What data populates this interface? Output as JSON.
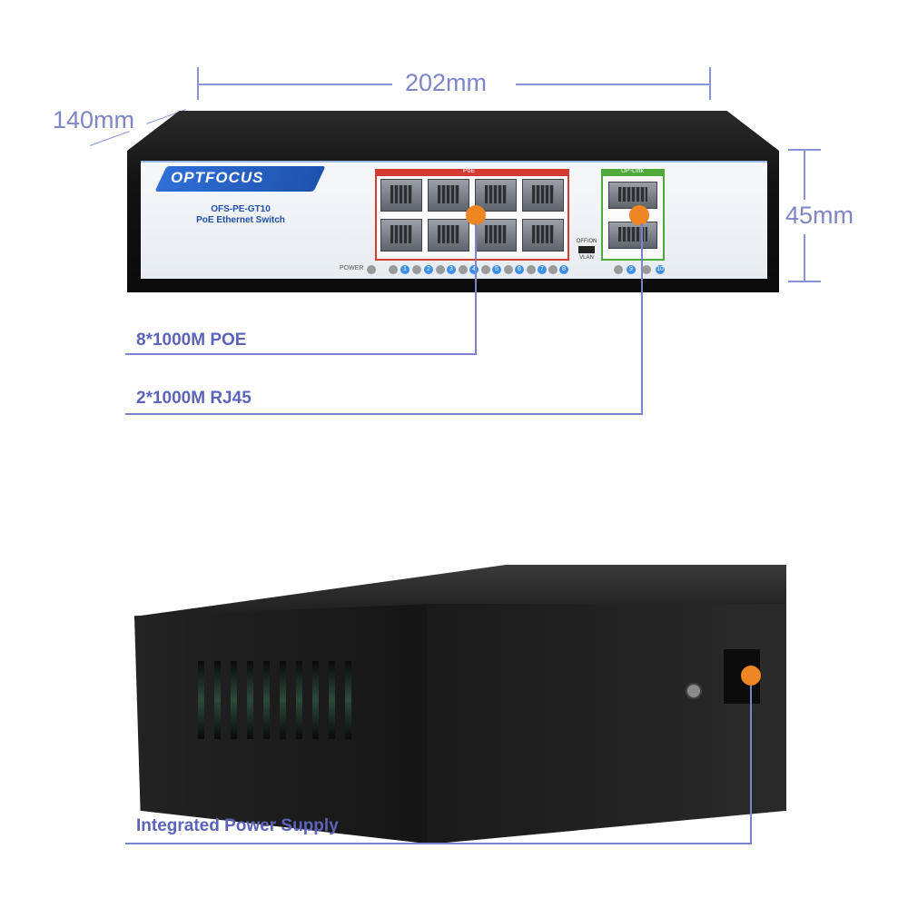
{
  "dimensions": {
    "width_label": "202mm",
    "depth_label": "140mm",
    "height_label": "45mm"
  },
  "product": {
    "brand": "OPTFOCUS",
    "model": "OFS-PE-GT10",
    "description": "PoE Ethernet Switch",
    "poe_group_label": "PoE",
    "uplink_group_label": "UP-Link",
    "power_label": "POWER",
    "vlan_switch_label_top": "OFF/ON",
    "vlan_switch_label_bottom": "VLAN",
    "port_numbers": [
      "1",
      "2",
      "3",
      "4",
      "5",
      "6",
      "7",
      "8",
      "9",
      "10"
    ]
  },
  "callouts": {
    "poe_ports": "8*1000M POE",
    "rj45_ports": "2*1000M RJ45",
    "power_supply": "Integrated Power Supply"
  },
  "colors": {
    "annotation_line": "#8a93d8",
    "callout_text": "#5b64b8",
    "marker": "#f08622",
    "poe_frame": "#d23a32",
    "uplink_frame": "#4ca93a"
  }
}
